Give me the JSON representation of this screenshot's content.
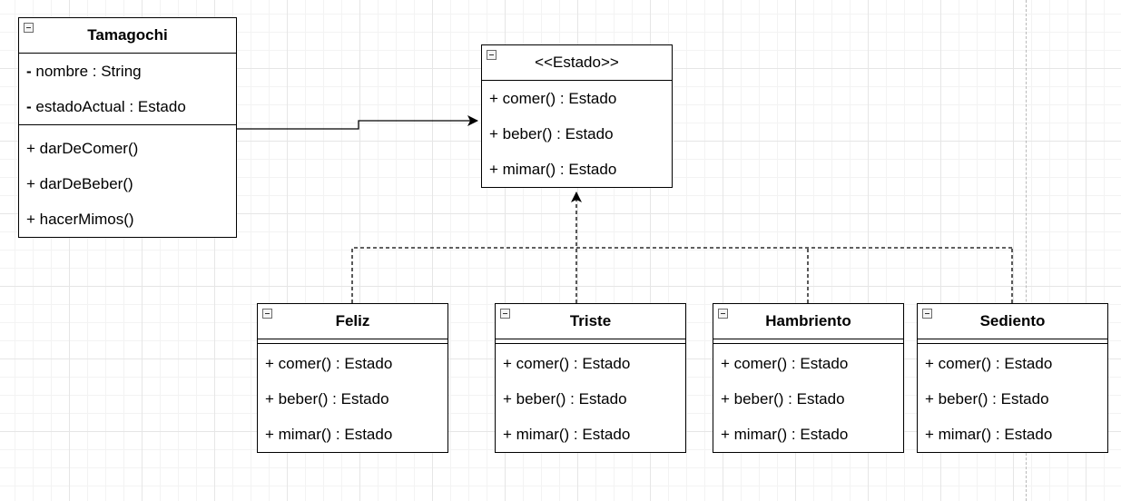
{
  "classes": {
    "tamagochi": {
      "name": "Tamagochi",
      "attributes": [
        {
          "vis": "-",
          "text": " nombre : String"
        },
        {
          "vis": "-",
          "text": " estadoActual : Estado"
        }
      ],
      "methods": [
        "+ darDeComer()",
        "+ darDeBeber()",
        "+ hacerMimos()"
      ]
    },
    "estado": {
      "name": "<<Estado>>",
      "methods": [
        "+ comer() : Estado",
        "+ beber() : Estado",
        "+ mimar() : Estado"
      ]
    },
    "feliz": {
      "name": "Feliz",
      "methods": [
        "+ comer() : Estado",
        "+ beber() : Estado",
        "+ mimar() : Estado"
      ]
    },
    "triste": {
      "name": "Triste",
      "methods": [
        "+ comer() : Estado",
        "+ beber() : Estado",
        "+ mimar() : Estado"
      ]
    },
    "hambriento": {
      "name": "Hambriento",
      "methods": [
        "+ comer() : Estado",
        "+ beber() : Estado",
        "+ mimar() : Estado"
      ]
    },
    "sediento": {
      "name": "Sediento",
      "methods": [
        "+ comer() : Estado",
        "+ beber() : Estado",
        "+ mimar() : Estado"
      ]
    }
  },
  "relations": [
    {
      "type": "association",
      "from": "Tamagochi",
      "to": "<<Estado>>"
    },
    {
      "type": "realization",
      "from": "Feliz",
      "to": "<<Estado>>"
    },
    {
      "type": "realization",
      "from": "Triste",
      "to": "<<Estado>>"
    },
    {
      "type": "realization",
      "from": "Hambriento",
      "to": "<<Estado>>"
    },
    {
      "type": "realization",
      "from": "Sediento",
      "to": "<<Estado>>"
    }
  ]
}
